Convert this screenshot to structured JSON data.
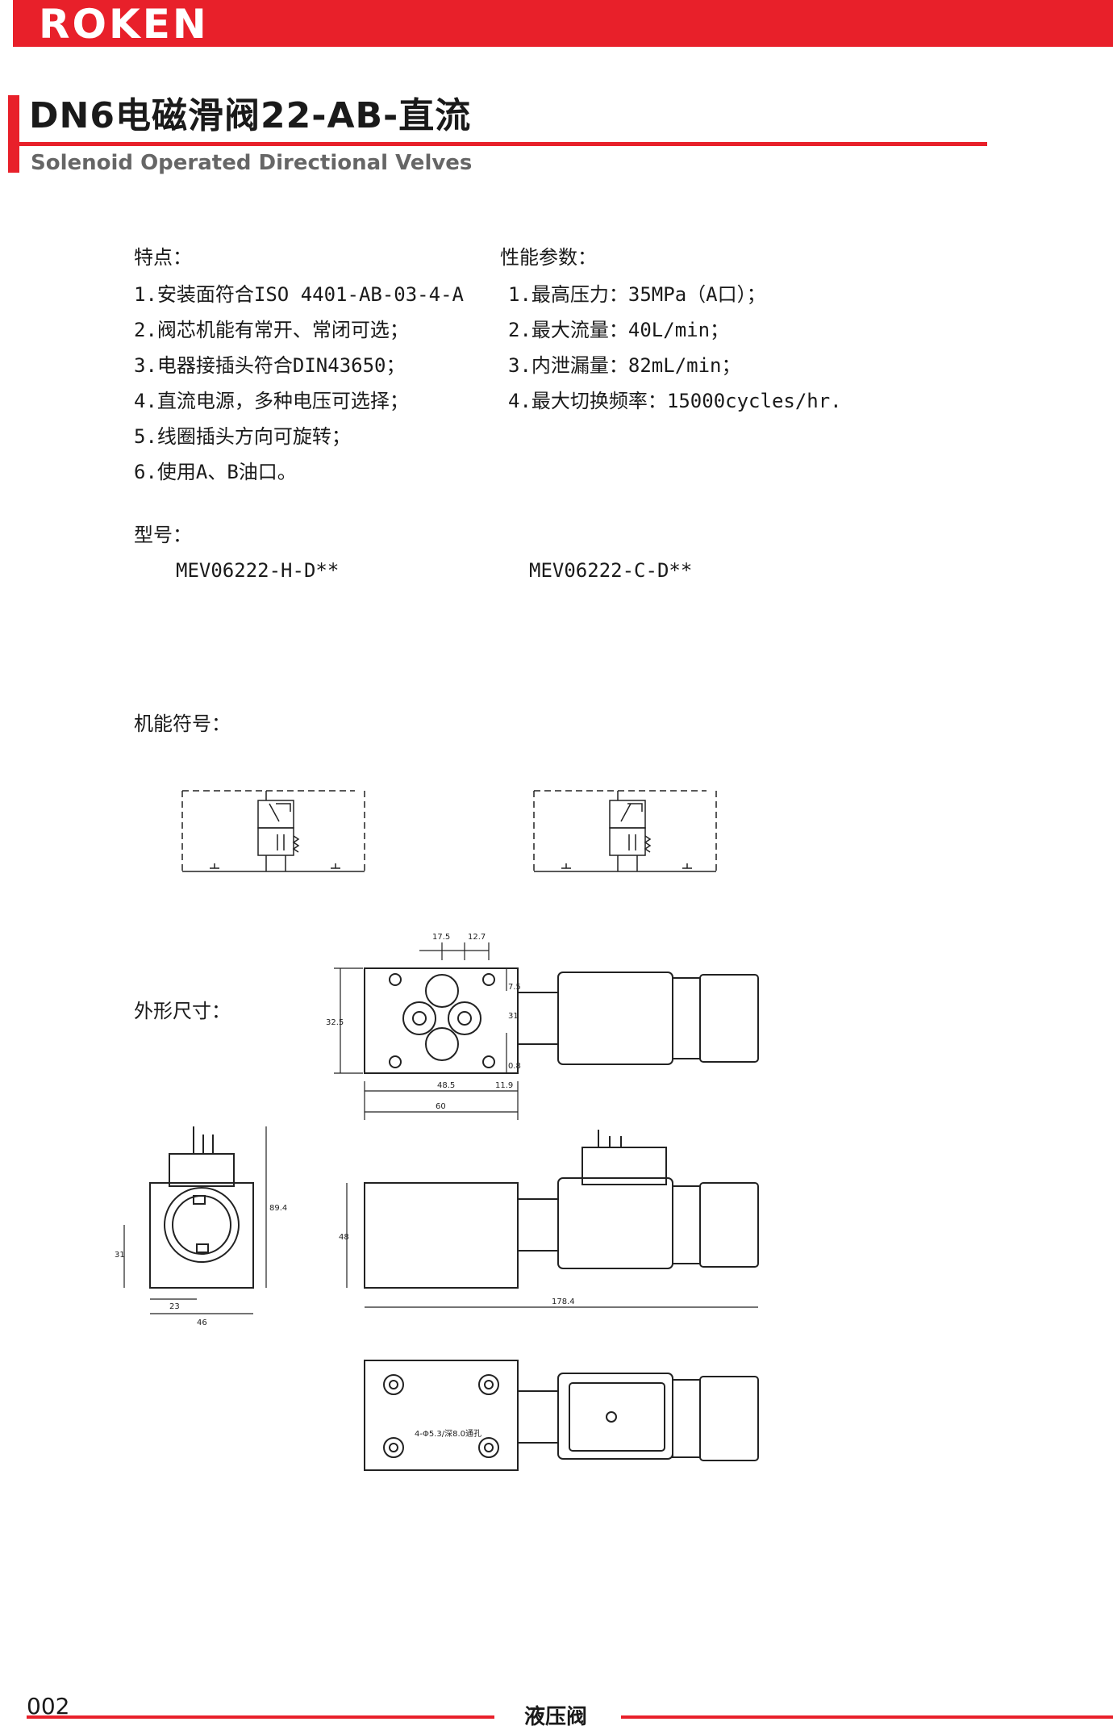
{
  "header": {
    "brand": "ROKEN",
    "title_zh": "DN6电磁滑阀22-AB-直流",
    "title_en": "Solenoid Operated Directional Velves"
  },
  "features": {
    "label": "特点：",
    "items": [
      "1.安装面符合ISO 4401-AB-03-4-A",
      "2.阀芯机能有常开、常闭可选；",
      "3.电器接插头符合DIN43650；",
      "4.直流电源，多种电压可选择；",
      "5.线圈插头方向可旋转；",
      "6.使用A、B油口。"
    ]
  },
  "performance": {
    "label": "性能参数：",
    "items": [
      "1.最高压力：35MPa（A口）；",
      "2.最大流量：40L/min；",
      "3.内泄漏量：82mL/min；",
      "4.最大切换频率：15000cycles/hr."
    ]
  },
  "models": {
    "label": "型号：",
    "model_h": "MEV06222-H-D**",
    "model_c": "MEV06222-C-D**"
  },
  "symbol": {
    "label": "机能符号："
  },
  "dimensions": {
    "label": "外形尺寸：",
    "dims": {
      "d_17_5": "17.5",
      "d_12_7": "12.7",
      "d_7_5": "7.5",
      "d_32_5": "32.5",
      "d_31": "31",
      "d_0_8": "0.8",
      "d_48_5": "48.5",
      "d_11_9": "11.9",
      "d_60": "60",
      "d_89_4": "89.4",
      "d_31b": "31",
      "d_23": "23",
      "d_46": "46",
      "d_48": "48",
      "d_178_4": "178.4",
      "holes": "4-Φ5.3/深8.0通孔"
    }
  },
  "footer": {
    "page": "002",
    "section": "液压阀"
  }
}
